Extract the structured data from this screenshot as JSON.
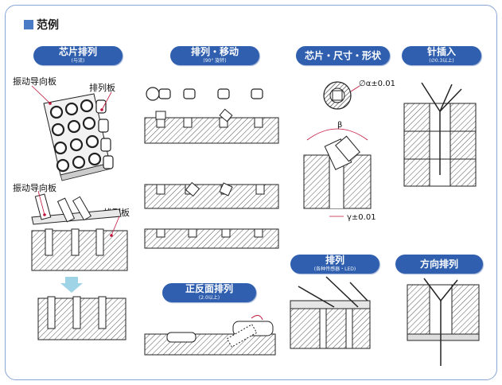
{
  "header": {
    "title": "范例"
  },
  "sections": {
    "chip": {
      "title": "芯片排列",
      "sub": "(与流)"
    },
    "move": {
      "title": "排列・移动",
      "sub": "(90° 旋转)"
    },
    "size": {
      "title": "芯片・尺寸・形状",
      "sub": ""
    },
    "pin": {
      "title": "针插入",
      "sub": "(∅0.3以上)"
    },
    "flip": {
      "title": "正反面排列",
      "sub": "(2.0以上)"
    },
    "row": {
      "title": "排列",
      "sub": "(各种传感器・LED)"
    },
    "dir": {
      "title": "方向排列",
      "sub": ""
    }
  },
  "labels": {
    "vib1": "振动导向板",
    "arr1": "排列板",
    "vib2": "振动导向板",
    "arr2": "排列板",
    "tol_a": "∅α±0.01",
    "beta": "β",
    "tol_g": "γ±0.01"
  },
  "colors": {
    "pill": "#2f5fae",
    "accent": "#4a7cc6",
    "arrow": "#9fd3e6",
    "hatch": "#555555"
  }
}
